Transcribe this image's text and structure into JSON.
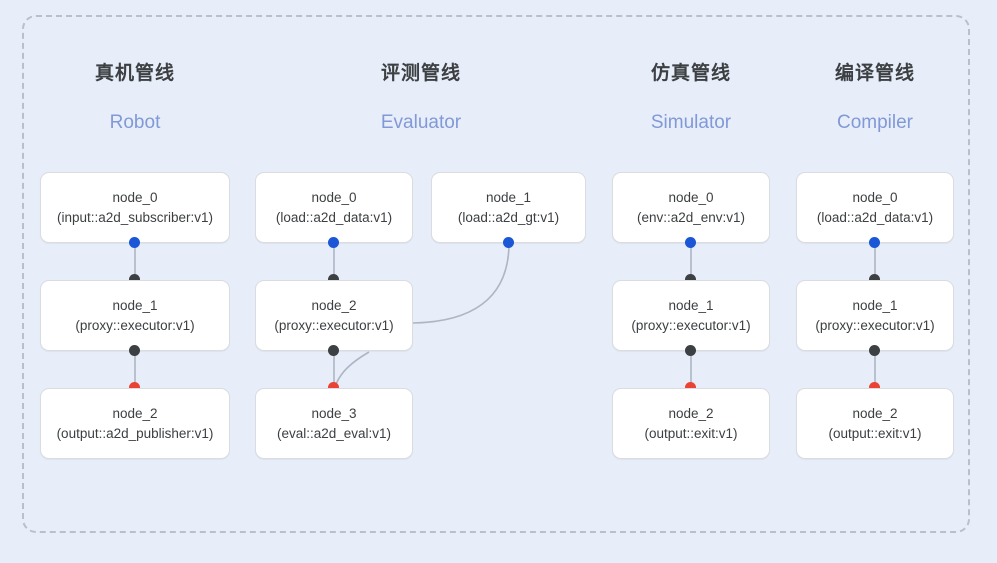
{
  "diagram": {
    "background_color": "#e7edf9",
    "frame_border_color": "#b9c0cc",
    "node_bg_color": "#ffffff",
    "node_border_color": "#dadce0",
    "node_text_color": "#3c4043",
    "subtitle_color": "#8199d6",
    "edge_color": "#aeb6c4",
    "port_colors": {
      "input": "#1a56d6",
      "relay": "#3c4043",
      "output": "#ea4335"
    }
  },
  "columns": [
    {
      "id": "robot",
      "cn_title": "真机管线",
      "en_title": "Robot",
      "nodes": [
        {
          "name": "node_0",
          "type": "(input::a2d_subscriber:v1)"
        },
        {
          "name": "node_1",
          "type": "(proxy::executor:v1)"
        },
        {
          "name": "node_2",
          "type": "(output::a2d_publisher:v1)"
        }
      ]
    },
    {
      "id": "evaluator",
      "cn_title": "评测管线",
      "en_title": "Evaluator",
      "nodes": [
        {
          "name": "node_0",
          "type": "(load::a2d_data:v1)"
        },
        {
          "name": "node_1",
          "type": "(load::a2d_gt:v1)"
        },
        {
          "name": "node_2",
          "type": "(proxy::executor:v1)"
        },
        {
          "name": "node_3",
          "type": "(eval::a2d_eval:v1)"
        }
      ]
    },
    {
      "id": "simulator",
      "cn_title": "仿真管线",
      "en_title": "Simulator",
      "nodes": [
        {
          "name": "node_0",
          "type": "(env::a2d_env:v1)"
        },
        {
          "name": "node_1",
          "type": "(proxy::executor:v1)"
        },
        {
          "name": "node_2",
          "type": "(output::exit:v1)"
        }
      ]
    },
    {
      "id": "compiler",
      "cn_title": "编译管线",
      "en_title": "Compiler",
      "nodes": [
        {
          "name": "node_0",
          "type": "(load::a2d_data:v1)"
        },
        {
          "name": "node_1",
          "type": "(proxy::executor:v1)"
        },
        {
          "name": "node_2",
          "type": "(output::exit:v1)"
        }
      ]
    }
  ]
}
